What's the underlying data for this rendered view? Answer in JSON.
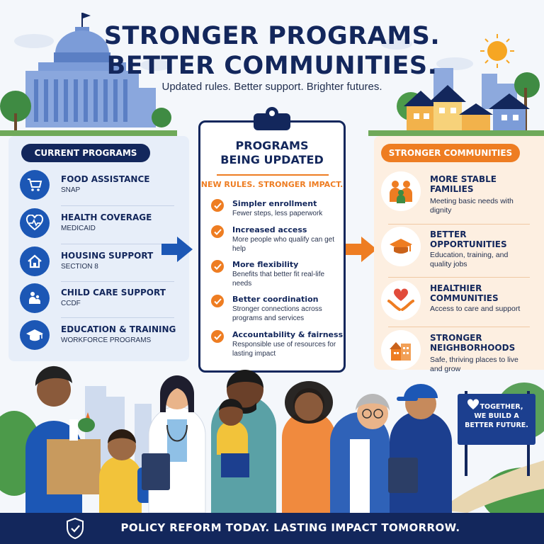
{
  "header": {
    "title_line1": "STRONGER PROGRAMS.",
    "title_line2": "BETTER COMMUNITIES.",
    "subtitle": "Updated rules. Better support. Brighter futures."
  },
  "current_programs": {
    "heading": "CURRENT PROGRAMS",
    "items": [
      {
        "title": "FOOD ASSISTANCE",
        "sub": "SNAP",
        "icon": "shopping-cart-icon"
      },
      {
        "title": "HEALTH COVERAGE",
        "sub": "MEDICAID",
        "icon": "heart-pulse-icon"
      },
      {
        "title": "HOUSING SUPPORT",
        "sub": "SECTION 8",
        "icon": "house-icon"
      },
      {
        "title": "CHILD CARE SUPPORT",
        "sub": "CCDF",
        "icon": "parent-child-icon"
      },
      {
        "title": "EDUCATION & TRAINING",
        "sub": "WORKFORCE PROGRAMS",
        "icon": "graduation-cap-icon"
      }
    ]
  },
  "center": {
    "title_line1": "PROGRAMS",
    "title_line2": "BEING UPDATED",
    "tagline": "NEW RULES. STRONGER IMPACT.",
    "steps": [
      {
        "title": "Simpler enrollment",
        "sub": "Fewer steps, less paperwork"
      },
      {
        "title": "Increased access",
        "sub": "More people who qualify can get help"
      },
      {
        "title": "More flexibility",
        "sub": "Benefits that better fit real-life needs"
      },
      {
        "title": "Better coordination",
        "sub": "Stronger connections across programs and services"
      },
      {
        "title": "Accountability & fairness",
        "sub": "Responsible use of resources for lasting impact"
      }
    ]
  },
  "stronger_communities": {
    "heading": "STRONGER COMMUNITIES",
    "items": [
      {
        "title": "MORE STABLE FAMILIES",
        "sub": "Meeting basic needs with dignity",
        "icon": "family-icon"
      },
      {
        "title": "BETTER OPPORTUNITIES",
        "sub": "Education, training, and quality jobs",
        "icon": "graduation-cap-icon"
      },
      {
        "title": "HEALTHIER COMMUNITIES",
        "sub": "Access to care and support",
        "icon": "heart-hands-icon"
      },
      {
        "title": "STRONGER NEIGHBORHOODS",
        "sub": "Safe, thriving places to live and grow",
        "icon": "buildings-icon"
      }
    ]
  },
  "sign": {
    "line1": "TOGETHER,",
    "line2": "WE BUILD A",
    "line3": "BETTER FUTURE."
  },
  "footer": {
    "text": "POLICY REFORM TODAY. LASTING IMPACT TOMORROW.",
    "icon": "shield-check-icon"
  },
  "colors": {
    "navy": "#13275c",
    "blue": "#1c57b5",
    "orange": "#ee7d22",
    "light_blue_panel": "#e7eef9",
    "light_orange_panel": "#fdefe1"
  }
}
